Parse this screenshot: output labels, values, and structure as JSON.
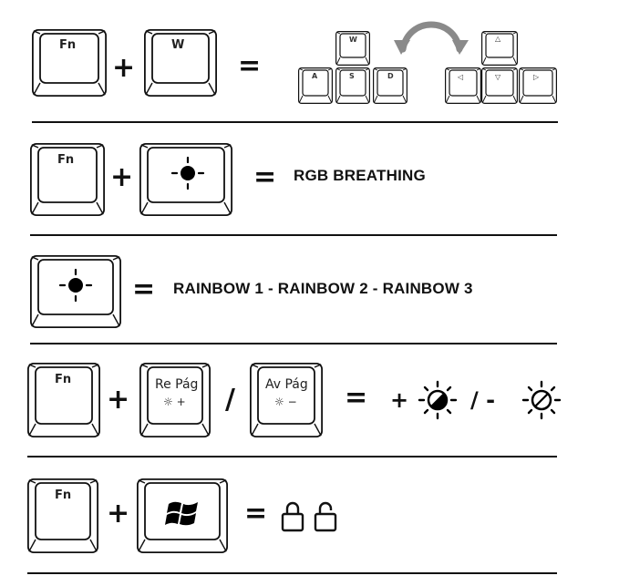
{
  "rows": [
    {
      "keys": [
        "Fn",
        "W"
      ],
      "plus": "+",
      "equals": "=",
      "result_keys": {
        "left_cluster": [
          "W",
          "A",
          "S",
          "D"
        ],
        "right_cluster": [
          "△",
          "◁",
          "▽",
          "▷"
        ]
      },
      "result_icon": "swap-arrow-icon"
    },
    {
      "keys": [
        "Fn",
        "sun-icon"
      ],
      "plus": "+",
      "equals": "=",
      "result_text": "RGB BREATHING"
    },
    {
      "keys": [
        "sun-icon"
      ],
      "equals": "=",
      "result_text": "RAINBOW 1 - RAINBOW 2 - RAINBOW 3"
    },
    {
      "keys": [
        "Fn",
        "Re Pág",
        "Av Pág"
      ],
      "key_sub": [
        "☼ +",
        "☼ −"
      ],
      "plus": "+",
      "slash": "/",
      "equals": "=",
      "result_plus": "+",
      "result_slash": "/ -",
      "result_icons": [
        "brightness-up-icon",
        "brightness-down-icon"
      ]
    },
    {
      "keys": [
        "Fn",
        "windows-icon"
      ],
      "plus": "+",
      "equals": "=",
      "result_icons": [
        "lock-icon",
        "unlock-icon"
      ]
    }
  ]
}
